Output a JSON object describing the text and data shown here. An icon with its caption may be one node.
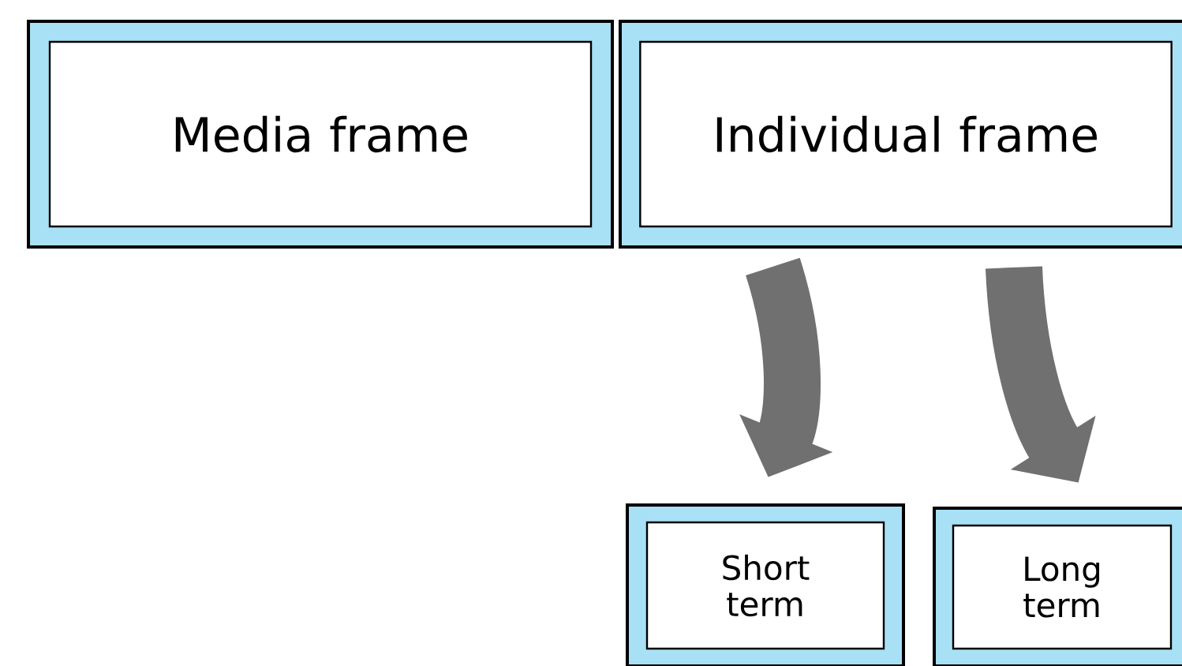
{
  "diagram": {
    "nodes": [
      {
        "text": [
          "Media frame"
        ]
      },
      {
        "text": [
          "Individual frame"
        ]
      },
      {
        "text": [
          "Short term"
        ]
      },
      {
        "text": [
          "Long term"
        ]
      }
    ],
    "edges": [
      {
        "from": 1,
        "to": 2,
        "arrow": "to"
      },
      {
        "from": 1,
        "to": 3,
        "arrow": "to"
      }
    ]
  }
}
